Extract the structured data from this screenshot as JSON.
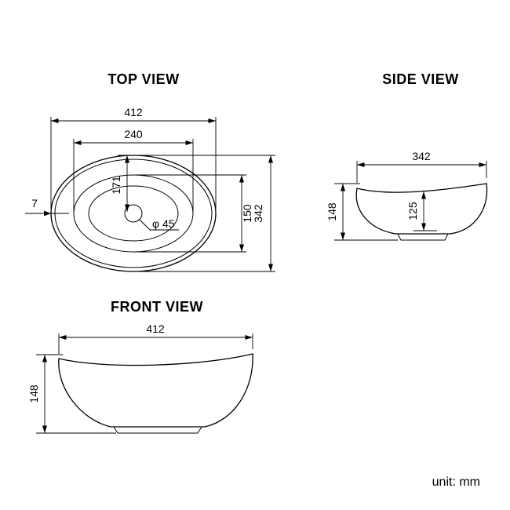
{
  "unit_label": "unit: mm",
  "views": {
    "top": {
      "title": "TOP VIEW",
      "dim_overall_width": "412",
      "dim_opening_width": "240",
      "dim_center_to_edge": "171",
      "dim_opening_depth": "150",
      "dim_overall_depth": "342",
      "dim_rim_thickness": "7",
      "dim_drain_diameter": "φ 45"
    },
    "side": {
      "title": "SIDE VIEW",
      "dim_width": "342",
      "dim_height": "148",
      "dim_inner_depth": "125"
    },
    "front": {
      "title": "FRONT VIEW",
      "dim_width": "412",
      "dim_height": "148"
    }
  }
}
